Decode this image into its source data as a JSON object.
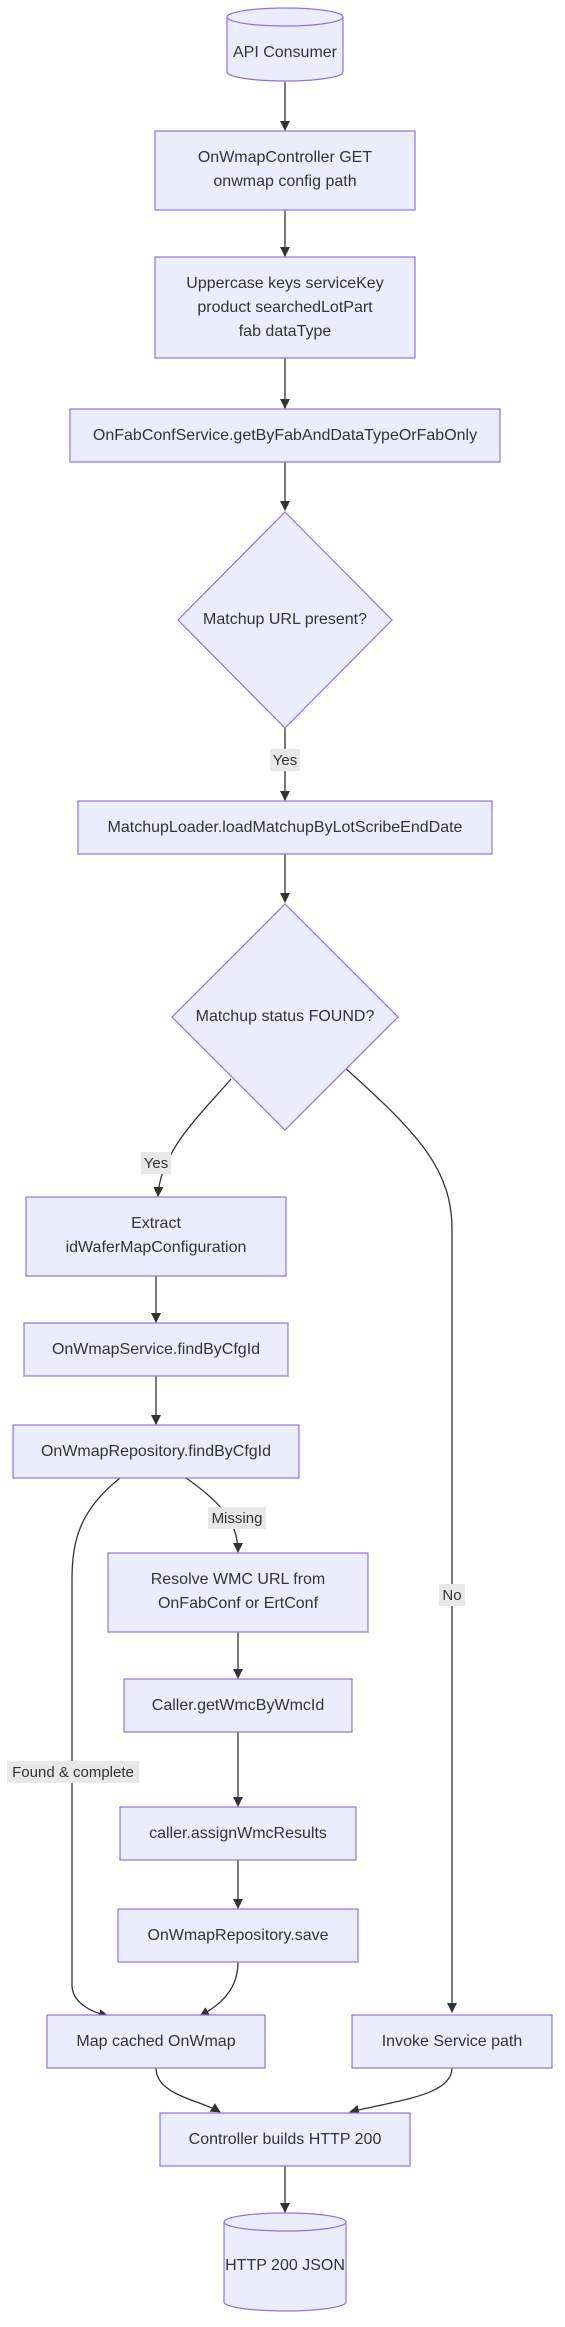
{
  "nodes": {
    "api_consumer": "API Consumer",
    "controller_get": [
      "OnWmapController GET",
      "onwmap config path"
    ],
    "uppercase_keys": [
      "Uppercase keys serviceKey",
      "product searchedLotPart",
      "fab dataType"
    ],
    "fab_conf": "OnFabConfService.getByFabAndDataTypeOrFabOnly",
    "matchup_url": "Matchup URL present?",
    "matchup_loader": "MatchupLoader.loadMatchupByLotScribeEndDate",
    "matchup_status": "Matchup status FOUND?",
    "extract_cfg": [
      "Extract",
      "idWaferMapConfiguration"
    ],
    "service_find": "OnWmapService.findByCfgId",
    "repo_find": "OnWmapRepository.findByCfgId",
    "resolve_wmc": [
      "Resolve WMC URL from",
      "OnFabConf or ErtConf"
    ],
    "get_wmc": "Caller.getWmcByWmcId",
    "assign_wmc": "caller.assignWmcResults",
    "repo_save": "OnWmapRepository.save",
    "map_cached": "Map cached OnWmap",
    "invoke_service": "Invoke Service path",
    "controller_200": "Controller builds HTTP 200",
    "http_json": "HTTP 200 JSON"
  },
  "edge_labels": {
    "yes_url": "Yes",
    "yes_found": "Yes",
    "no_found": "No",
    "missing": "Missing",
    "found_complete": "Found & complete"
  },
  "colors": {
    "node_fill": "#ececff",
    "node_stroke": "#9370db",
    "edge": "#333333",
    "label_bg": "#e8e8e8"
  }
}
